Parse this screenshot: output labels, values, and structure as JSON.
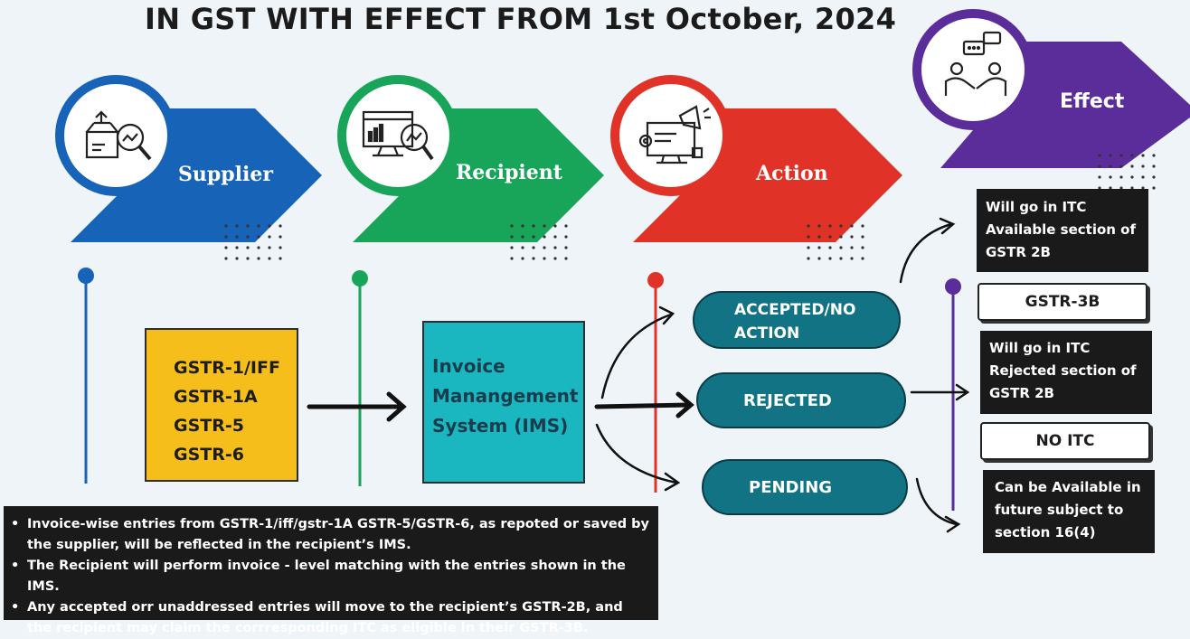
{
  "title": "IN GST WITH EFFECT FROM 1st October, 2024",
  "steps": {
    "supplier": {
      "label": "Supplier",
      "color": "#1663b8",
      "icon": "package-search-icon"
    },
    "recipient": {
      "label": "Recipient",
      "color": "#18a55a",
      "icon": "monitor-chart-search-icon"
    },
    "action": {
      "label": "Action",
      "color": "#e03226",
      "icon": "monitor-megaphone-icon"
    },
    "effect": {
      "label": "Effect",
      "color": "#5a2d9a",
      "icon": "discussion-people-icon"
    }
  },
  "returns_box": {
    "lines": [
      "GSTR-1/IFF",
      "GSTR-1A",
      "GSTR-5",
      "GSTR-6"
    ]
  },
  "ims_box": {
    "lines": [
      "Invoice",
      "Manangement",
      "System (IMS)"
    ]
  },
  "actions": {
    "accepted": [
      "ACCEPTED/NO",
      "ACTION"
    ],
    "rejected": "REJECTED",
    "pending": "PENDING"
  },
  "effects": {
    "itc_available": [
      "Will go in ITC",
      "Available section of",
      "GSTR 2B"
    ],
    "gstr3b": "GSTR-3B",
    "itc_rejected": [
      "Will go in ITC",
      "Rejected section of",
      "GSTR 2B"
    ],
    "no_itc": "NO ITC",
    "future": [
      "Can be Available in",
      "future subject to",
      "section 16(4)"
    ]
  },
  "notes": [
    "Invoice-wise entries from GSTR-1/iff/gstr-1A GSTR-5/GSTR-6, as repoted or saved by the supplier, will be reflected in the recipient’s IMS.",
    "The Recipient will perform invoice - level matching with the entries shown in the IMS.",
    "Any accepted orr unaddressed entries will move to the recipient’s GSTR-2B, and the recipient may claim the corrresponding ITC as eligible in their GSTR-3B."
  ]
}
